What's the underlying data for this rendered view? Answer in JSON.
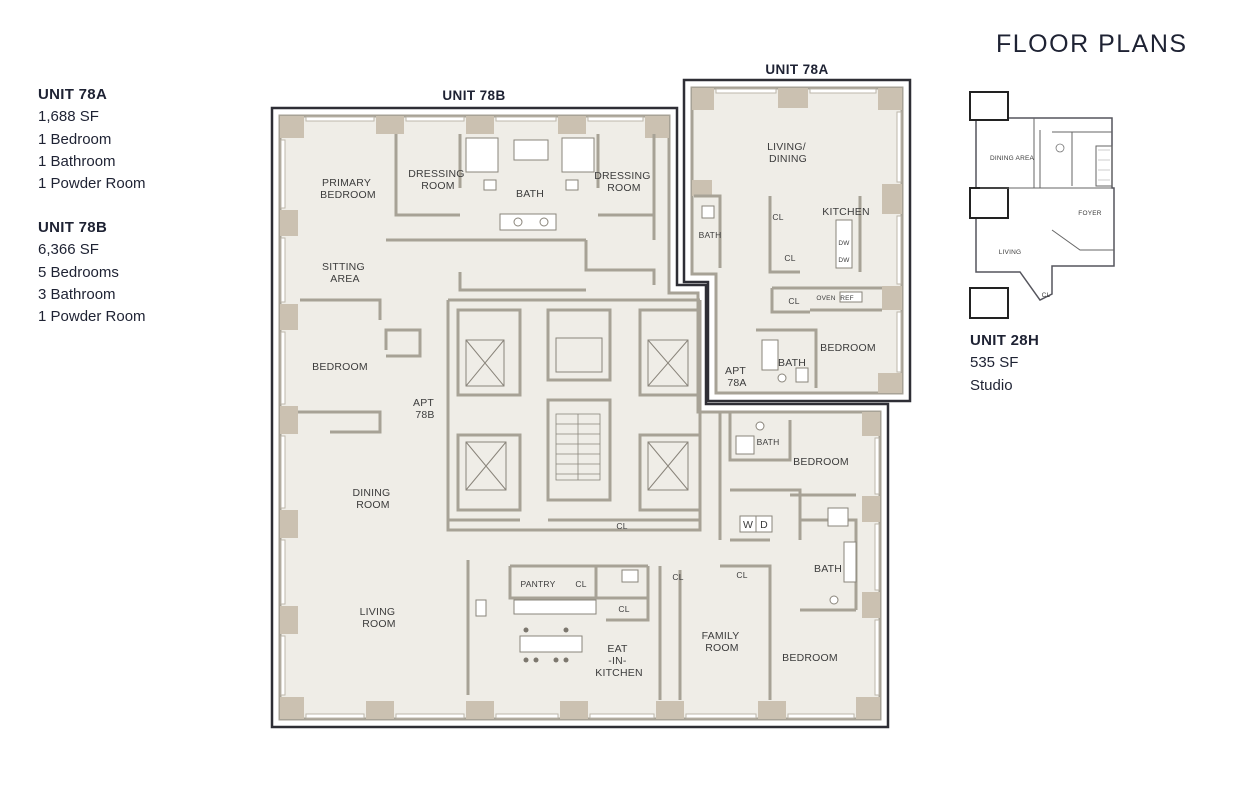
{
  "page_title": "FLOOR PLANS",
  "units_info": [
    {
      "name": "UNIT 78A",
      "details": [
        "1,688 SF",
        "1 Bedroom",
        "1 Bathroom",
        "1 Powder Room"
      ]
    },
    {
      "name": "UNIT 78B",
      "details": [
        "6,366 SF",
        "5 Bedrooms",
        "3 Bathroom",
        "1 Powder Room"
      ]
    }
  ],
  "unit_28h": {
    "name": "UNIT 28H",
    "details": [
      "535 SF",
      "Studio"
    ]
  },
  "plan_labels": {
    "unit_78a": "UNIT 78A",
    "unit_78b": "UNIT 78B"
  },
  "rooms_78b": {
    "primary_bedroom": [
      "PRIMARY",
      "BEDROOM"
    ],
    "dressing_room_left": [
      "DRESSING",
      "ROOM"
    ],
    "bath_top": "BATH",
    "dressing_room_right": [
      "DRESSING",
      "ROOM"
    ],
    "sitting_area": [
      "SITTING",
      "AREA"
    ],
    "bedroom_west": "BEDROOM",
    "apt_78b": [
      "APT",
      "78B"
    ],
    "dining_room": [
      "DINING",
      "ROOM"
    ],
    "living_room": [
      "LIVING",
      "ROOM"
    ],
    "pantry": "PANTRY",
    "cl_pantry": "CL",
    "cl_kitchen": "CL",
    "cl_core": "CL",
    "eat_in_kitchen": [
      "EAT",
      "-IN-",
      "KITCHEN"
    ],
    "cl_family": "CL",
    "cl_family_right": "CL",
    "family_room": [
      "FAMILY",
      "ROOM"
    ],
    "bedroom_southeast": "BEDROOM",
    "bath_east": "BATH",
    "bath_northeast": "BATH",
    "bedroom_east": "BEDROOM",
    "washer": "W",
    "dryer": "D"
  },
  "rooms_78a": {
    "living_dining": [
      "LIVING/",
      "DINING"
    ],
    "kitchen": "KITCHEN",
    "cl_kitchen_top": "CL",
    "cl_kitchen_bottom": "CL",
    "dw_top": "DW",
    "dw_bottom": "DW",
    "bath_powder": "BATH",
    "cl_hall": "CL",
    "oven": "OVEN",
    "ref": "REF",
    "bath": "BATH",
    "bedroom": "BEDROOM",
    "apt_78a": [
      "APT",
      "78A"
    ]
  },
  "rooms_28h": {
    "dining_area": "DINING AREA",
    "living": "LIVING",
    "foyer": "FOYER",
    "cl": "CL"
  },
  "colors": {
    "floor_fill": "#efede7",
    "wall": "#a7a296",
    "pier": "#cbc1b1",
    "outline": "#2e2e35",
    "text_dark": "#1e2233"
  }
}
